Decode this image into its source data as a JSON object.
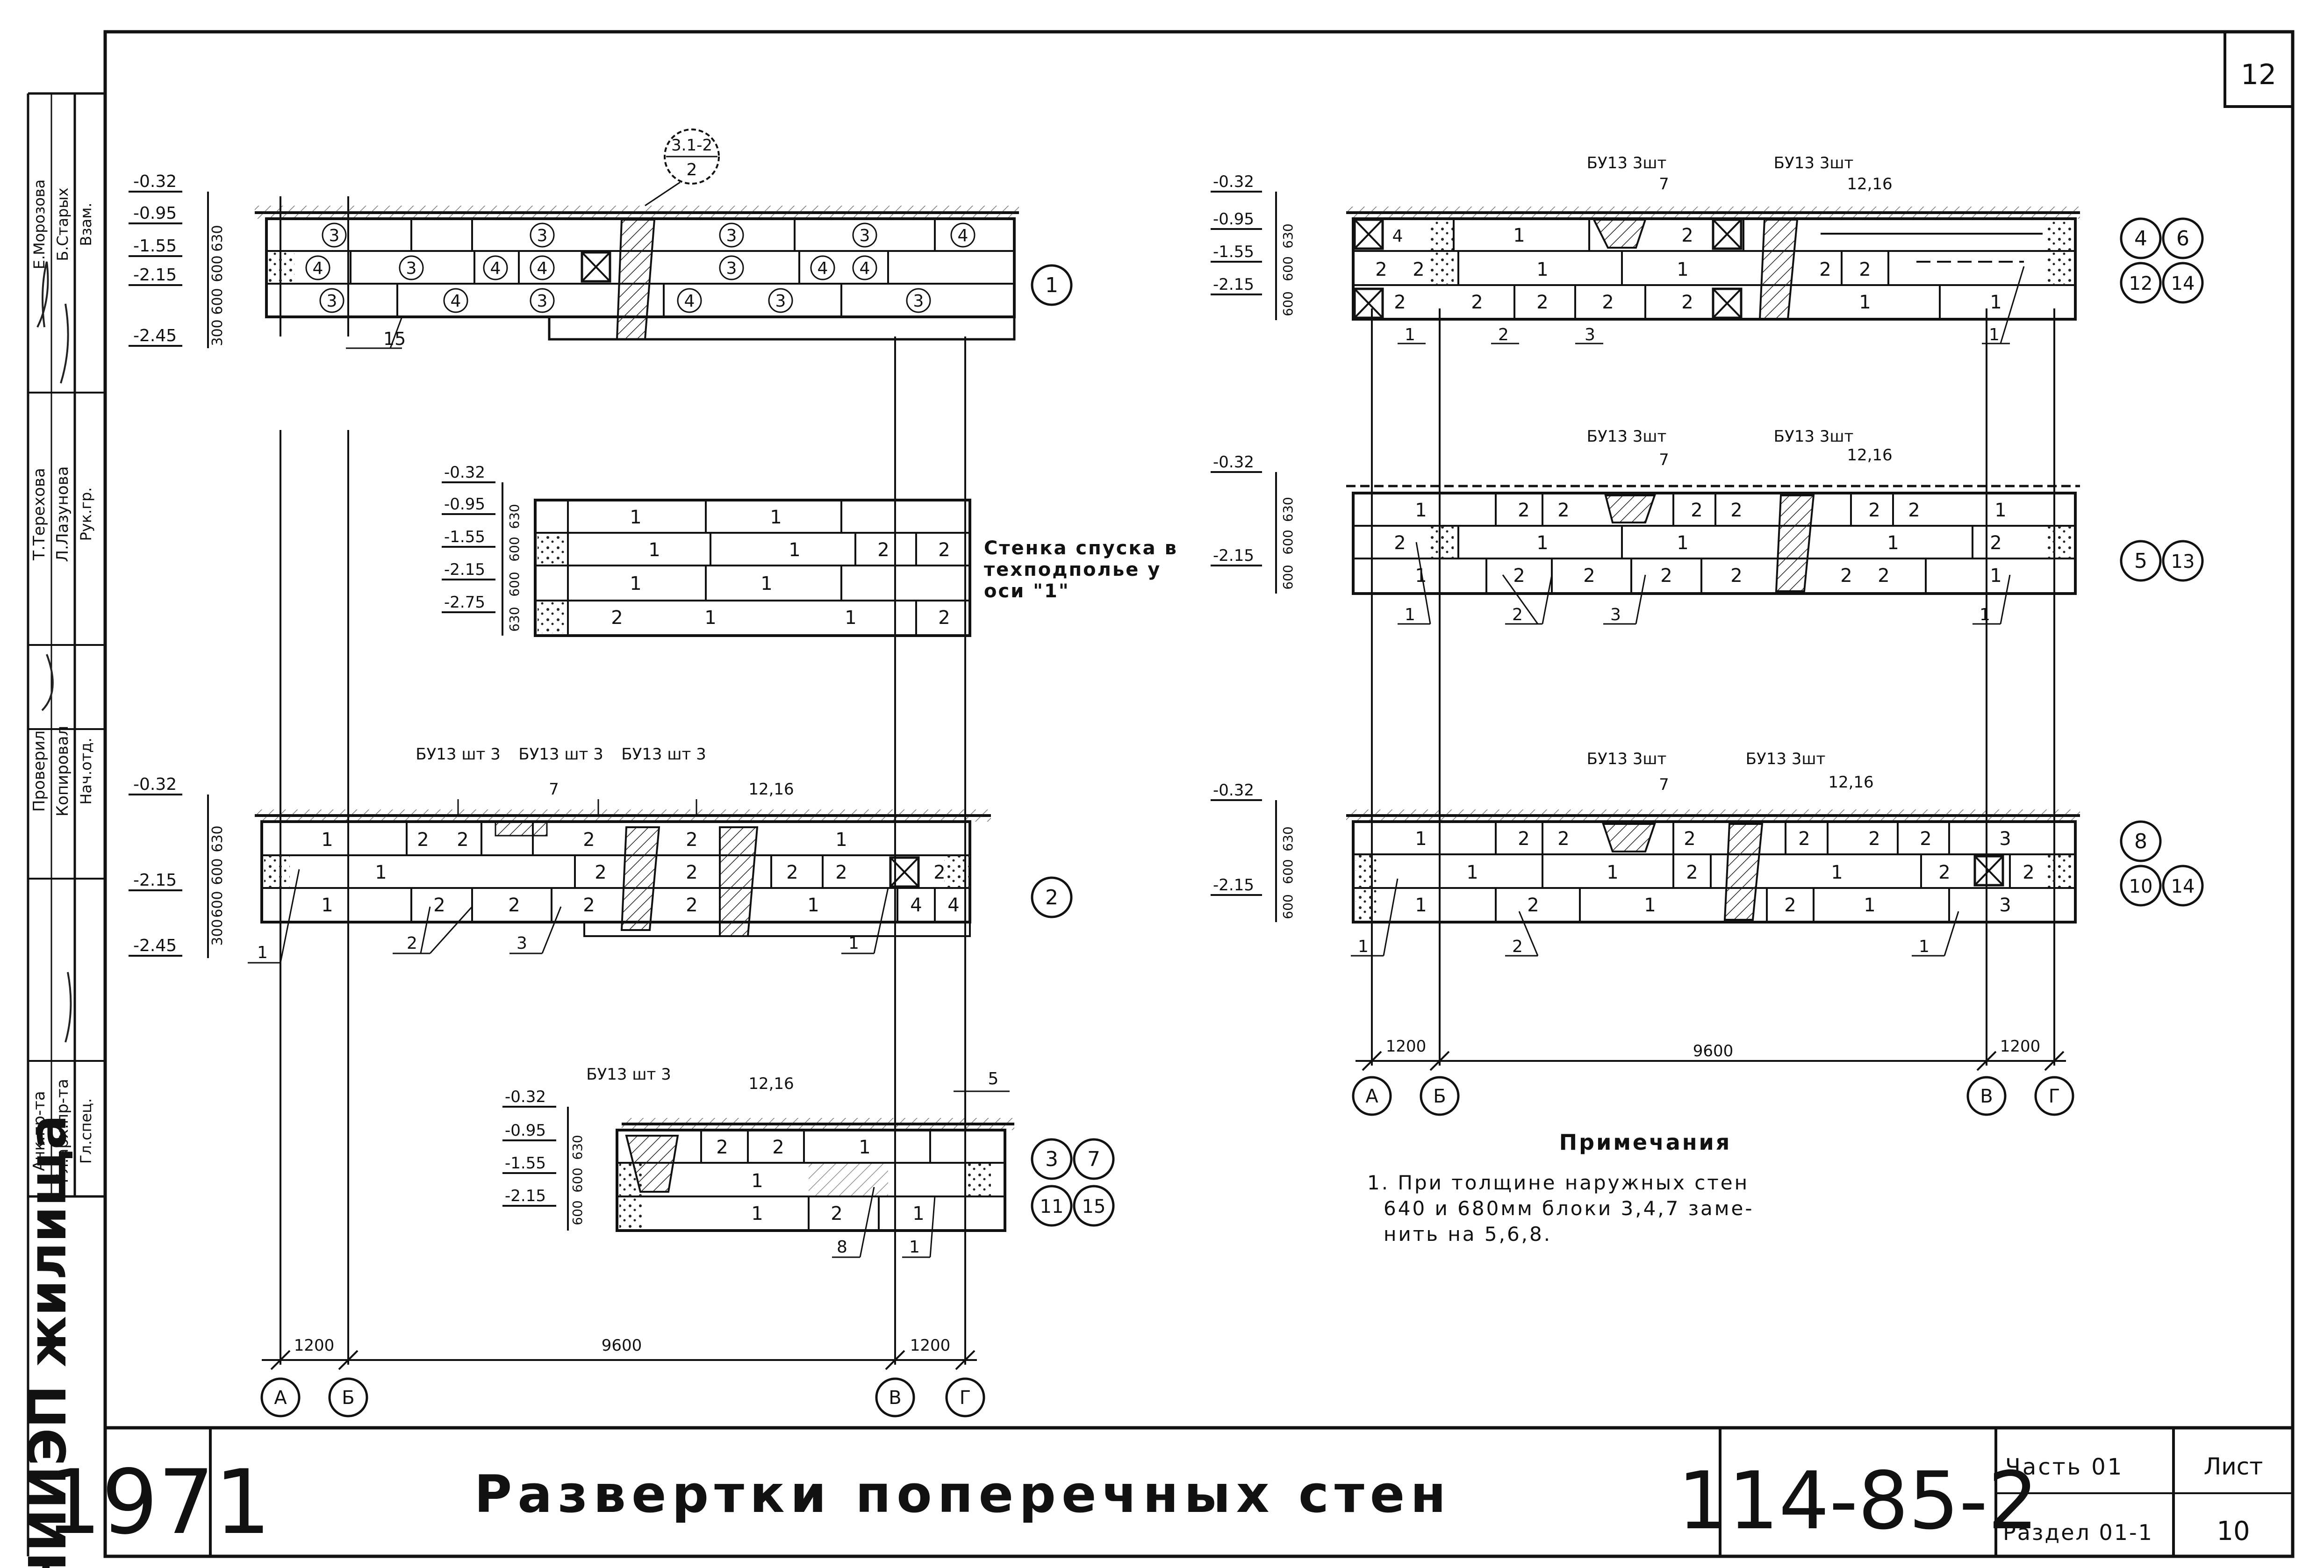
{
  "sheet_number": "12",
  "stamp": {
    "year": "1971",
    "title": "Развертки поперечных стен",
    "code": "114-85-2",
    "part": "Часть 01",
    "section": "Раздел 01-1",
    "sheet_label": "Лист",
    "sheet_no": "10",
    "org": "ЦНИИЭП жилища"
  },
  "side_strip": [
    "Ачк.пр-та",
    "Гл.арх.пр-та",
    "Нач.отд.",
    "Гл.спец.",
    "Проверил",
    "Копировал",
    "Т.Терехова",
    "Л.Лазунова",
    "Рук.гр.",
    "Е.Морозова",
    "Взам.",
    "Б.Старых"
  ],
  "levels": {
    "l032": "-0.32",
    "l095": "-0.95",
    "l155": "-1.55",
    "l215": "-2.15",
    "l245": "-2.45",
    "l275": "-2.75"
  },
  "dims": {
    "d630": "630",
    "d600": "600",
    "d300": "300",
    "d1200": "1200",
    "d9600": "9600"
  },
  "axes": {
    "a": "А",
    "b": "Б",
    "v": "В",
    "g": "Г"
  },
  "callout": {
    "top": "3.1-2",
    "bottom": "2"
  },
  "labels": {
    "by13_3sht": "БУ13 3шт",
    "by13_sht3": "БУ13 шт 3",
    "n7": "7",
    "n1216": "12,16",
    "n5": "5",
    "n15": "15",
    "stair_note": "Стенка спуска в техподполье у оси \"1\""
  },
  "view_marks": {
    "v1": "1",
    "v2": "2",
    "v3": "3",
    "v4": "4",
    "v5": "5",
    "v6": "6",
    "v7": "7",
    "v8": "8",
    "v10": "10",
    "v11": "11",
    "v12": "12",
    "v13": "13",
    "v14": "14",
    "v15": "15"
  },
  "blocks": {
    "b1": "1",
    "b2": "2",
    "b3": "3",
    "b4": "4"
  },
  "leaders": {
    "l1": "1",
    "l2": "2",
    "l3": "3",
    "l8": "8"
  },
  "notes": {
    "heading": "Примечания",
    "line1": "1. При толщине наружных стен",
    "line2": "640 и 680мм блоки 3,4,7 заме-",
    "line3": "нить на 5,6,8."
  }
}
